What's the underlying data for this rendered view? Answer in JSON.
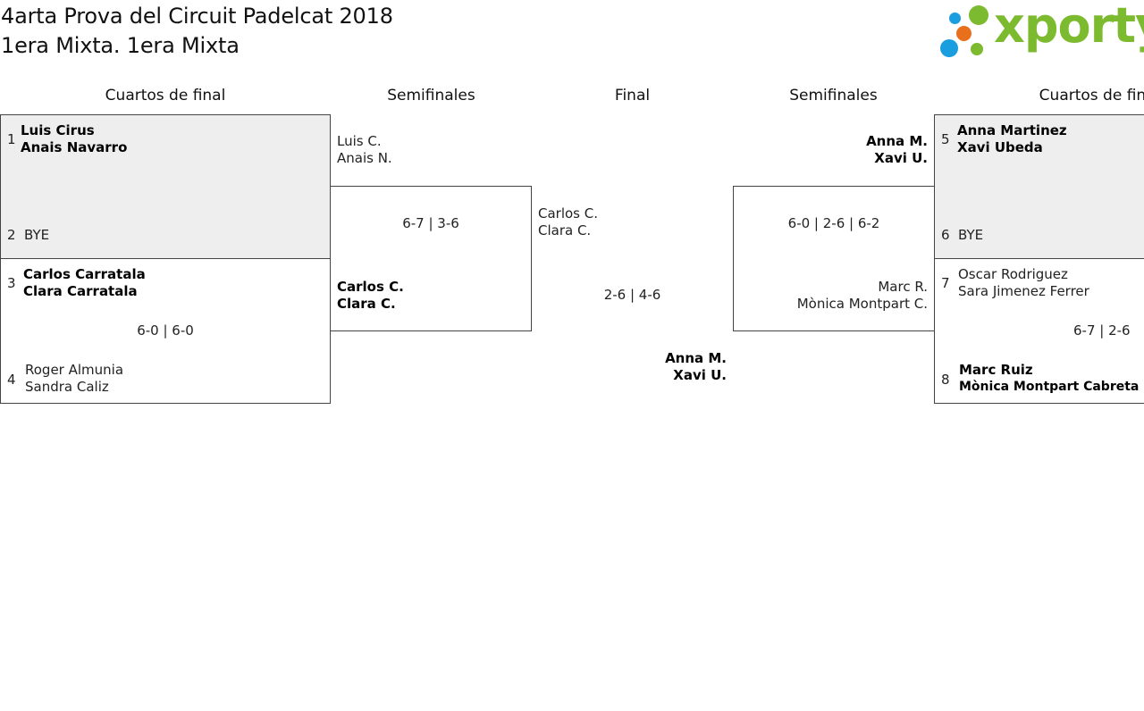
{
  "header": {
    "title_line1": "4arta Prova del Circuit Padelcat 2018",
    "title_line2": "1era Mixta. 1era Mixta",
    "logo_text": "xporty"
  },
  "colors": {
    "logo_green": "#7cba2f",
    "logo_blue": "#1a9ee0",
    "logo_orange": "#e8701c",
    "shaded_box": "#eeeeee",
    "border": "#444444"
  },
  "rounds": {
    "left_quarterfinals": "Cuartos de final",
    "left_semifinals": "Semifinales",
    "final": "Final",
    "right_semifinals": "Semifinales",
    "right_quarterfinals": "Cuartos de final"
  },
  "left_qf": [
    {
      "top": {
        "seed": "1",
        "p1": "Luis Cirus",
        "p2": "Anais Navarro",
        "winner": true
      },
      "bottom": {
        "seed": "2",
        "p1": "BYE",
        "p2": "",
        "winner": false
      },
      "score": ""
    },
    {
      "top": {
        "seed": "3",
        "p1": "Carlos Carratala",
        "p2": "Clara Carratala",
        "winner": true
      },
      "bottom": {
        "seed": "4",
        "p1": "Roger Almunia",
        "p2": "Sandra Caliz",
        "winner": false
      },
      "score": "6-0 | 6-0"
    }
  ],
  "right_qf": [
    {
      "top": {
        "seed": "5",
        "p1": "Anna Martinez",
        "p2": "Xavi Ubeda",
        "winner": true
      },
      "bottom": {
        "seed": "6",
        "p1": "BYE",
        "p2": "",
        "winner": false
      },
      "score": ""
    },
    {
      "top": {
        "seed": "7",
        "p1": "Oscar Rodriguez",
        "p2": "Sara Jimenez Ferrer",
        "winner": false
      },
      "bottom": {
        "seed": "8",
        "p1": "Marc Ruiz",
        "p2": "Mònica Montpart Cabreta",
        "winner": true
      },
      "score": "6-7 | 2-6"
    }
  ],
  "left_sf": {
    "top": {
      "p1": "Luis C.",
      "p2": "Anais N."
    },
    "bottom": {
      "p1": "Carlos C.",
      "p2": "Clara C."
    },
    "score": "6-7 | 3-6"
  },
  "right_sf": {
    "top": {
      "p1": "Anna M.",
      "p2": "Xavi U."
    },
    "bottom": {
      "p1": "Marc R.",
      "p2": "Mònica Montpart C."
    },
    "score": "6-0 | 2-6 | 6-2"
  },
  "final": {
    "top": {
      "p1": "Carlos C.",
      "p2": "Clara C."
    },
    "bottom": {
      "p1": "Anna M.",
      "p2": "Xavi U."
    },
    "score": "2-6 | 4-6"
  }
}
